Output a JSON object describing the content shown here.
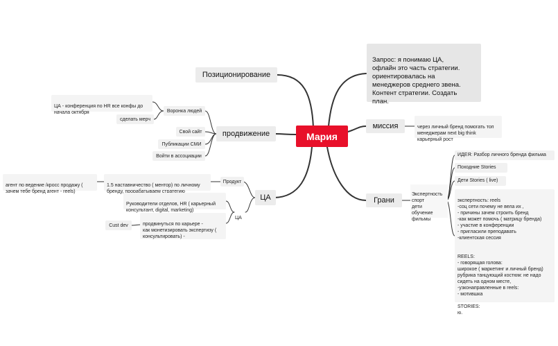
{
  "center": {
    "label": "Мария"
  },
  "top": {
    "positioning": "Позиционирование",
    "request": "Запрос: я понимаю ЦА,\nофлайн это часть стратегии.\nориентировалась на\nменеджеров среднего звена.\nКонтент стратегии.  Создать\nплан."
  },
  "promotion": {
    "label": "продвижение",
    "funnel": "Воронка людей",
    "funnel_note": "ЦА - конференция  по HR  все конфы до\nначала октября",
    "merch": "сделать мерч",
    "site": "Свой сайт",
    "media": "Публикации СМИ",
    "associations": "Войти в ассоциации"
  },
  "audience": {
    "label": "ЦА",
    "product": "Продукт",
    "mentorship": "1.5 наставничество ( ментор)  по личному\nбренду, прорабатываем стратегию",
    "agent": "агент по ведение /кросс  продажу  (\nзачем тебе бренд агент - reels)",
    "ca2": "ЦА",
    "hr_heads": "Руководители отделов, HR ( карьерный\nконсультант, digital, marketing)",
    "career": "продвинуться по карьере -\nкак монетизировать экспертизу (\nконсультировать) -",
    "custdev": "Cust dev"
  },
  "mission": {
    "label": "миссия",
    "text": "через личный бренд помогать топ\nменеджерам  next big think\nкарьерный рост"
  },
  "facets": {
    "label": "Грани",
    "list": "Экспертность\nспорт\nдети\nобучение\nфильмы",
    "idea": "ИДЕЯ: Разбор личного бренда фильма",
    "hike": "Походние   Stories",
    "kids": "Дети Stories  ( live)",
    "expertise": "экспертность:  reels\n-соц сети почему не вела их ,\n- причины зачем строить бренд\n-как может помочь ( матрицу бренда)\n- участие в конференции\n- пригласили преподавать\n-клиентская сессия\n\n\nREELS:\n- говорящая голова:\nширокое  ( маркетинг и личный бренд)\nрубрика танцующий костюм: не надо\nсидеть на одном месте,\n-узконаправленные в reels:\n- мотившка\n\nSTORIES:\nю."
  },
  "colors": {
    "center": "#e8102a",
    "link": "#333333",
    "node_bg": "#ececec"
  }
}
